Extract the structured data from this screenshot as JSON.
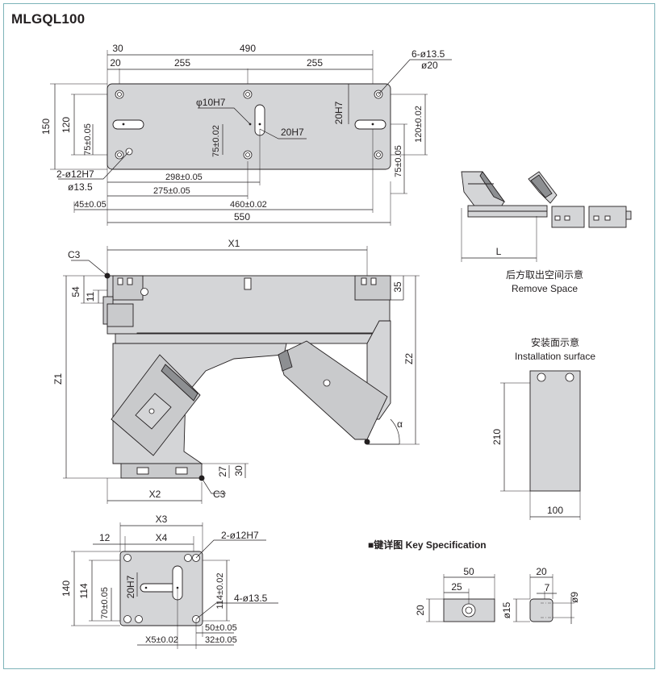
{
  "title": "MLGQL100",
  "top_view": {
    "dims": {
      "d30": "30",
      "d490": "490",
      "d20": "20",
      "d255a": "255",
      "d255b": "255",
      "holes_6": "6-ø13.5",
      "d_o20": "ø20",
      "phi10": "φ10H7",
      "h20a": "20H7",
      "h20b": "20H7",
      "d150": "150",
      "d120": "120",
      "d75a": "75±0.05",
      "d75b": "75±0.02",
      "d120r": "120±0.02",
      "d75r": "75±0.05",
      "holes_2": "2-ø12H7",
      "o13_5": "ø13.5",
      "d298": "298±0.05",
      "d275": "275±0.05",
      "d45": "45±0.05",
      "d460": "460±0.02",
      "d550": "550"
    }
  },
  "front_view": {
    "dims": {
      "c3a": "C3",
      "c3b": "C3",
      "x1": "X1",
      "x2": "X2",
      "z1": "Z1",
      "z2": "Z2",
      "d54": "54",
      "d11": "11",
      "d35": "35",
      "d27": "27",
      "d30": "30",
      "alpha": "α"
    }
  },
  "remove_view": {
    "label_l": "L",
    "caption_cn": "后方取出空间示意",
    "caption_en": "Remove Space"
  },
  "install_view": {
    "caption_cn": "安装面示意",
    "caption_en": "Installation surface",
    "d210": "210",
    "d100": "100"
  },
  "bottom_view": {
    "dims": {
      "x3": "X3",
      "x4": "X4",
      "d12": "12",
      "holes_2": "2-ø12H7",
      "d140": "140",
      "d114": "114",
      "d70": "70±0.05",
      "h20": "20H7",
      "d114r": "114±0.02",
      "holes_4": "4-ø13.5",
      "d50": "50±0.05",
      "x5": "X5±0.02",
      "d32": "32±0.05"
    }
  },
  "key_spec": {
    "heading": "■键详图 Key Specification",
    "d50": "50",
    "d25": "25",
    "d20": "20",
    "o15": "ø15",
    "d20s": "20",
    "d7": "7",
    "o9": "ø9"
  }
}
